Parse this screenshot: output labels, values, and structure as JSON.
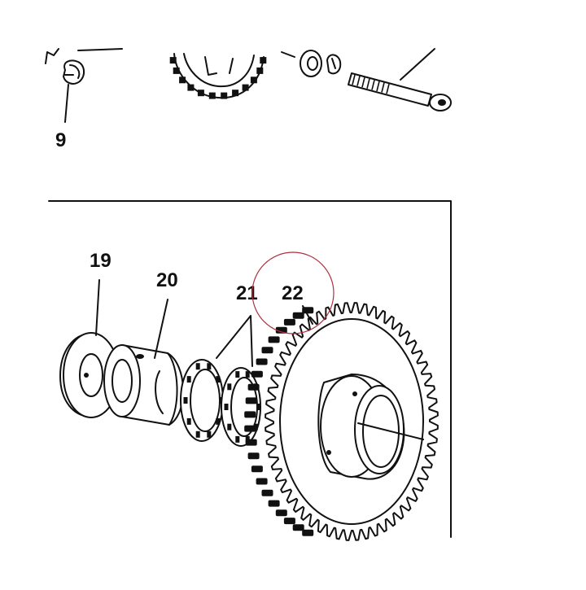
{
  "labels": {
    "part_9": "9",
    "part_19": "19",
    "part_20": "20",
    "part_21": "21",
    "part_22": "22"
  },
  "colors": {
    "ink": "#111111",
    "highlight_circle": "#b03040"
  }
}
